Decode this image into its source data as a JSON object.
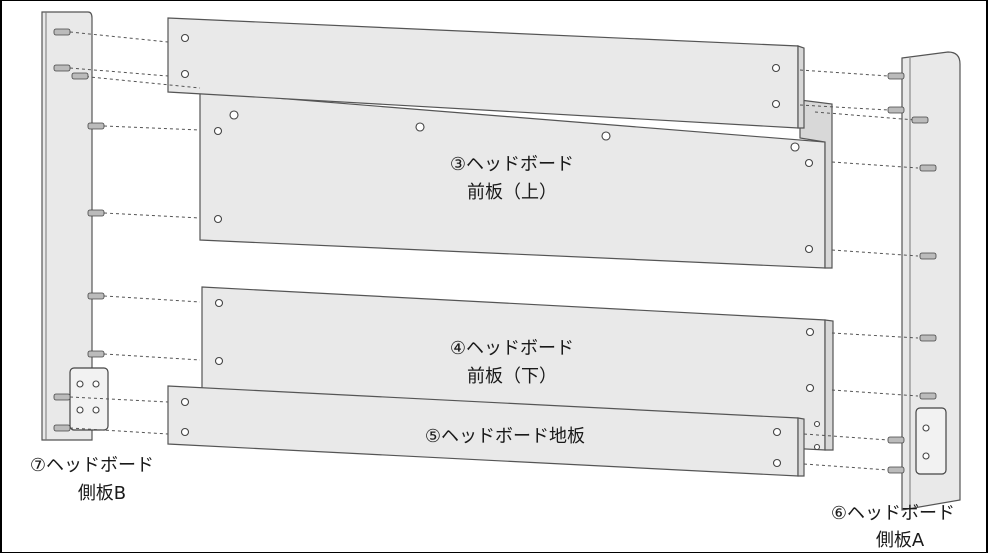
{
  "labels": {
    "panel3_line1": "③ヘッドボード",
    "panel3_line2": "前板（上）",
    "panel4_line1": "④ヘッドボード",
    "panel4_line2": "前板（下）",
    "panel5": "⑤ヘッドボード地板",
    "panel7_line1": "⑦ヘッドボード",
    "panel7_line2": "側板B",
    "panel6_line1": "⑥ヘッドボード",
    "panel6_line2": "側板A"
  },
  "colors": {
    "panel": "#e9e9e9",
    "shade": "#d8d8d8",
    "outline": "#555555",
    "frame": "#000000"
  }
}
